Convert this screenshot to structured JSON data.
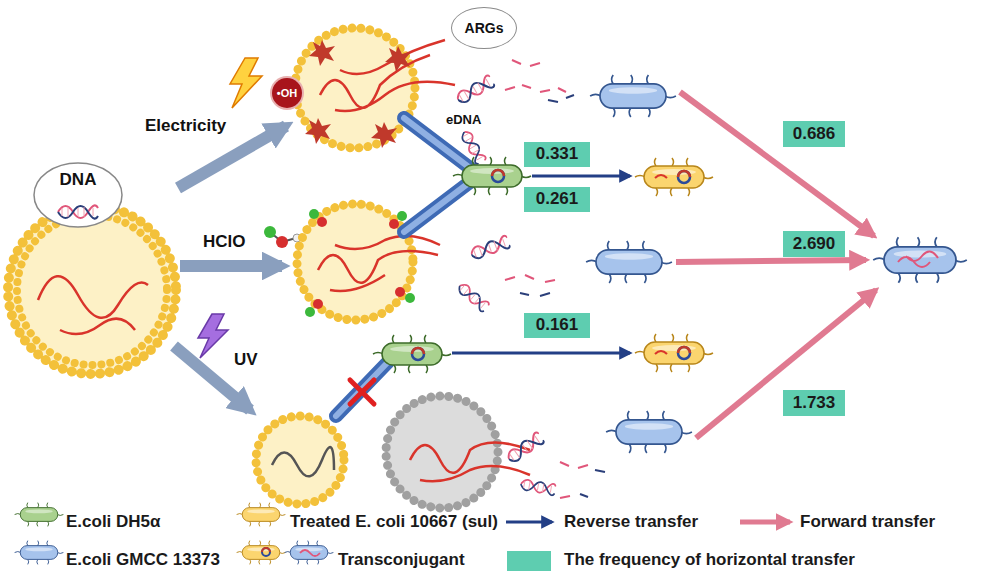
{
  "diagram": {
    "nodes": [
      {
        "text": [
          "DNA"
        ]
      },
      {
        "text": [
          "•OH"
        ]
      },
      {
        "text": [
          "ARGs"
        ]
      },
      {
        "text": [
          "0.331"
        ]
      },
      {
        "text": [
          "0.261"
        ]
      },
      {
        "text": [
          "0.686"
        ]
      },
      {
        "text": [
          "2.690"
        ]
      },
      {
        "text": [
          "0.161"
        ]
      },
      {
        "text": [
          "1.733"
        ]
      }
    ],
    "labels": [
      "Electricity",
      "HClO",
      "UV",
      "eDNA"
    ],
    "legend": [
      {
        "text": "E.coli DH5α"
      },
      {
        "text": "Treated E. coli 10667 (sul)"
      },
      {
        "text": "Reverse transfer"
      },
      {
        "text": "Forward transfer"
      },
      {
        "text": "E.coli GMCC 13373"
      },
      {
        "text": "Transconjugant"
      },
      {
        "text": "The frequency of horizontal transfer",
        "color": "#5ecdb0"
      }
    ]
  }
}
